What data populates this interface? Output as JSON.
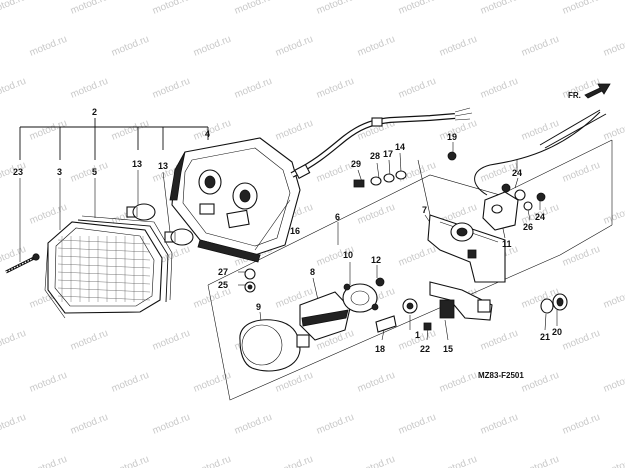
{
  "diagram": {
    "code": "MZ83-F2501",
    "direction_label": "FR.",
    "watermark": "motod.ru",
    "callouts": [
      {
        "id": "p1",
        "label": "1"
      },
      {
        "id": "p2",
        "label": "2"
      },
      {
        "id": "p3",
        "label": "3"
      },
      {
        "id": "p4",
        "label": "4"
      },
      {
        "id": "p5",
        "label": "5"
      },
      {
        "id": "p6",
        "label": "6"
      },
      {
        "id": "p7",
        "label": "7"
      },
      {
        "id": "p8",
        "label": "8"
      },
      {
        "id": "p9",
        "label": "9"
      },
      {
        "id": "p10",
        "label": "10"
      },
      {
        "id": "p11",
        "label": "11"
      },
      {
        "id": "p12",
        "label": "12"
      },
      {
        "id": "p13a",
        "label": "13"
      },
      {
        "id": "p13b",
        "label": "13"
      },
      {
        "id": "p14",
        "label": "14"
      },
      {
        "id": "p15",
        "label": "15"
      },
      {
        "id": "p16",
        "label": "16"
      },
      {
        "id": "p17",
        "label": "17"
      },
      {
        "id": "p18",
        "label": "18"
      },
      {
        "id": "p19",
        "label": "19"
      },
      {
        "id": "p20",
        "label": "20"
      },
      {
        "id": "p21",
        "label": "21"
      },
      {
        "id": "p22",
        "label": "22"
      },
      {
        "id": "p23",
        "label": "23"
      },
      {
        "id": "p24a",
        "label": "24"
      },
      {
        "id": "p24b",
        "label": "24"
      },
      {
        "id": "p25",
        "label": "25"
      },
      {
        "id": "p26",
        "label": "26"
      },
      {
        "id": "p27",
        "label": "27"
      },
      {
        "id": "p28",
        "label": "28"
      },
      {
        "id": "p29",
        "label": "29"
      }
    ]
  }
}
